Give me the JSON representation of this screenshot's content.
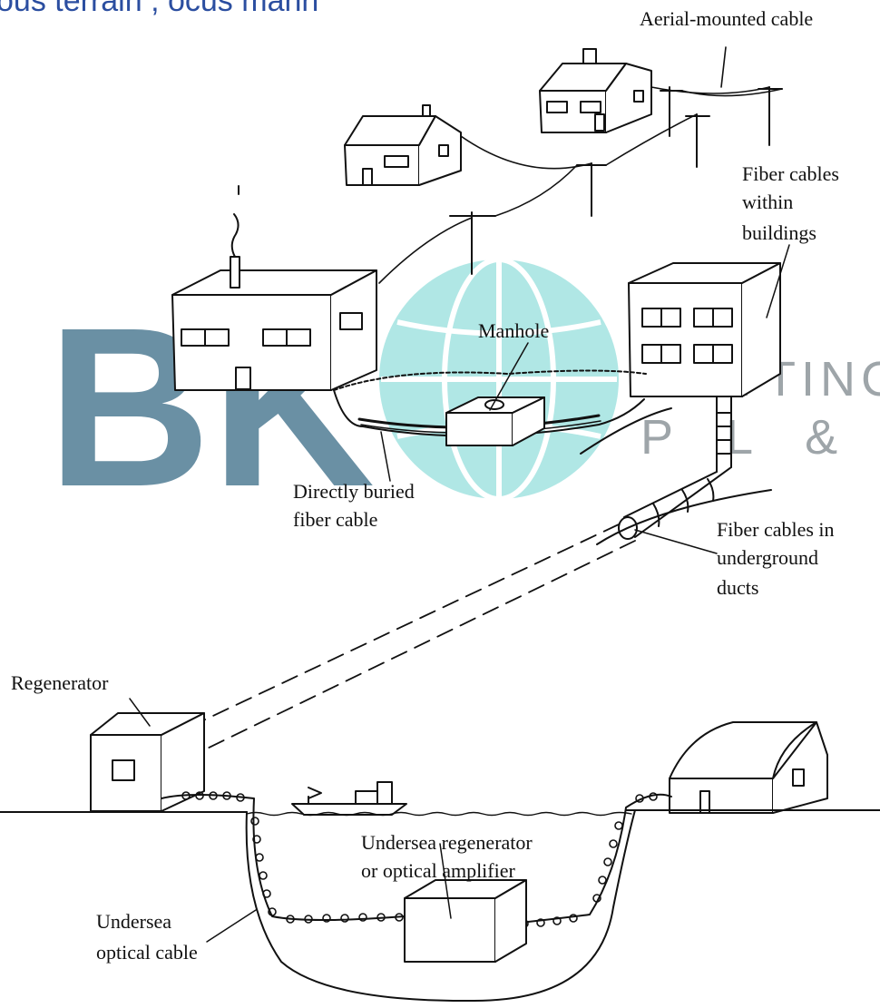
{
  "header": {
    "text": "ous terrain ; ocus manh",
    "color": "#2b4ea0"
  },
  "watermark": {
    "logo_text": "BK",
    "line1": "HOTTING",
    "line2": "P L &",
    "colors": {
      "logo": "#3c6d88",
      "globe": "#6fd3d0",
      "text": "#8d959a"
    }
  },
  "labels": {
    "aerial": "Aerial-mounted cable",
    "fiber_buildings_1": "Fiber cables",
    "fiber_buildings_2": "within",
    "fiber_buildings_3": "buildings",
    "manhole": "Manhole",
    "buried_1": "Directly buried",
    "buried_2": "fiber cable",
    "ducts_1": "Fiber cables in",
    "ducts_2": "underground",
    "ducts_3": "ducts",
    "regenerator": "Regenerator",
    "undersea_regen_1": "Undersea regenerator",
    "undersea_regen_2": "or optical amplifier",
    "undersea_cable_1": "Undersea",
    "undersea_cable_2": "optical cable"
  }
}
